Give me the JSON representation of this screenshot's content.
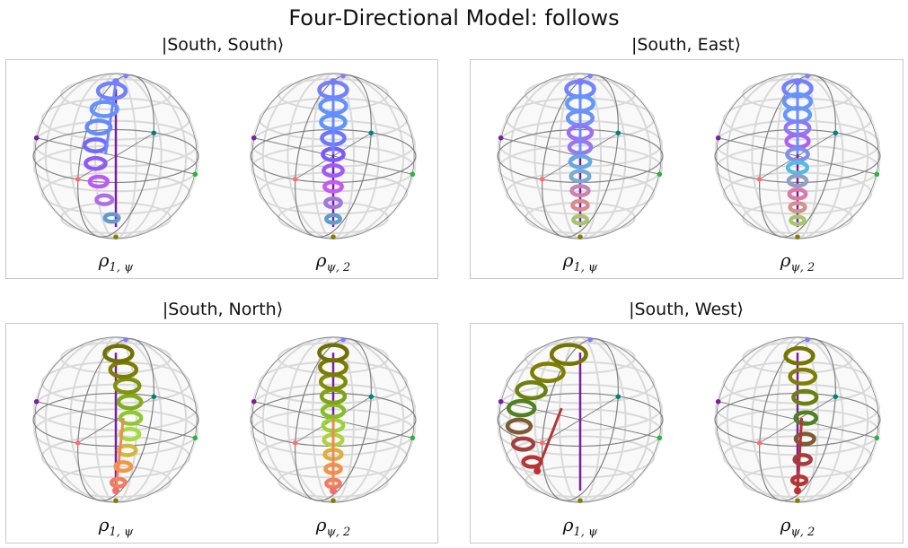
{
  "title": "Four-Directional Model: follows",
  "colors": {
    "pole_point": "#8080ff",
    "axis_x": "#ff7070",
    "axis_y": "#30b040",
    "axis_z": "#7b1fa2",
    "axis_teal": "#008080",
    "axis_olive": "#808000",
    "frame": "#808080",
    "grid": "#d9d9d9"
  },
  "chart_data": [
    {
      "type": "bloch-sphere-trajectories",
      "panel_title": "|South, South⟩",
      "spheres": [
        {
          "label": {
            "base": "ρ",
            "sub": "1, ψ"
          },
          "trajectory": {
            "start": "north",
            "end": "south",
            "loops": 8,
            "drift": -0.25,
            "palette": [
              "#7a7aff",
              "#5a9bff",
              "#7a5aff",
              "#d05af0",
              "#40b0c0"
            ]
          }
        },
        {
          "label": {
            "base": "ρ",
            "sub": "ψ, 2"
          },
          "trajectory": {
            "start": "north",
            "end": "south",
            "loops": 9,
            "drift": 0.0,
            "palette": [
              "#7a7aff",
              "#5a9bff",
              "#7a5aff",
              "#d05af0",
              "#40b0c0"
            ]
          }
        }
      ]
    },
    {
      "type": "bloch-sphere-trajectories",
      "panel_title": "|South, East⟩",
      "spheres": [
        {
          "label": {
            "base": "ρ",
            "sub": "1, ψ"
          },
          "trajectory": {
            "start": "north",
            "end": "south",
            "loops": 10,
            "drift": 0.0,
            "palette": [
              "#7a7aff",
              "#5aa0ff",
              "#b060f0",
              "#50c0e0",
              "#f070a0",
              "#90e060"
            ]
          }
        },
        {
          "label": {
            "base": "ρ",
            "sub": "ψ, 2"
          },
          "trajectory": {
            "start": "north",
            "end": "south",
            "loops": 11,
            "drift": 0.0,
            "palette": [
              "#7a7aff",
              "#5aa0ff",
              "#b060f0",
              "#50c0e0",
              "#f070a0",
              "#90e060"
            ]
          }
        }
      ]
    },
    {
      "type": "bloch-sphere-trajectories",
      "panel_title": "|South, North⟩",
      "spheres": [
        {
          "label": {
            "base": "ρ",
            "sub": "1, ψ"
          },
          "trajectory": {
            "start": "south",
            "end": "north",
            "loops": 9,
            "drift": 0.18,
            "palette": [
              "#f07070",
              "#f0a040",
              "#a0e040",
              "#80b020",
              "#808000",
              "#6b6b00"
            ]
          }
        },
        {
          "label": {
            "base": "ρ",
            "sub": "ψ, 2"
          },
          "trajectory": {
            "start": "south",
            "end": "north",
            "loops": 10,
            "drift": 0.0,
            "palette": [
              "#f07070",
              "#f0a040",
              "#a0e040",
              "#80b020",
              "#808000",
              "#6b6b00"
            ]
          }
        }
      ]
    },
    {
      "type": "bloch-sphere-trajectories",
      "panel_title": "|South, West⟩",
      "spheres": [
        {
          "label": {
            "base": "ρ",
            "sub": "1, ψ"
          },
          "trajectory": {
            "start": "southwest",
            "end": "north",
            "loops": 7,
            "drift": -0.45,
            "palette": [
              "#c03030",
              "#a04040",
              "#508020",
              "#808000",
              "#707000"
            ]
          }
        },
        {
          "label": {
            "base": "ρ",
            "sub": "ψ, 2"
          },
          "trajectory": {
            "start": "south",
            "end": "north",
            "loops": 7,
            "drift": 0.1,
            "palette": [
              "#c03030",
              "#a04040",
              "#508020",
              "#808000",
              "#707000"
            ]
          }
        }
      ]
    }
  ]
}
